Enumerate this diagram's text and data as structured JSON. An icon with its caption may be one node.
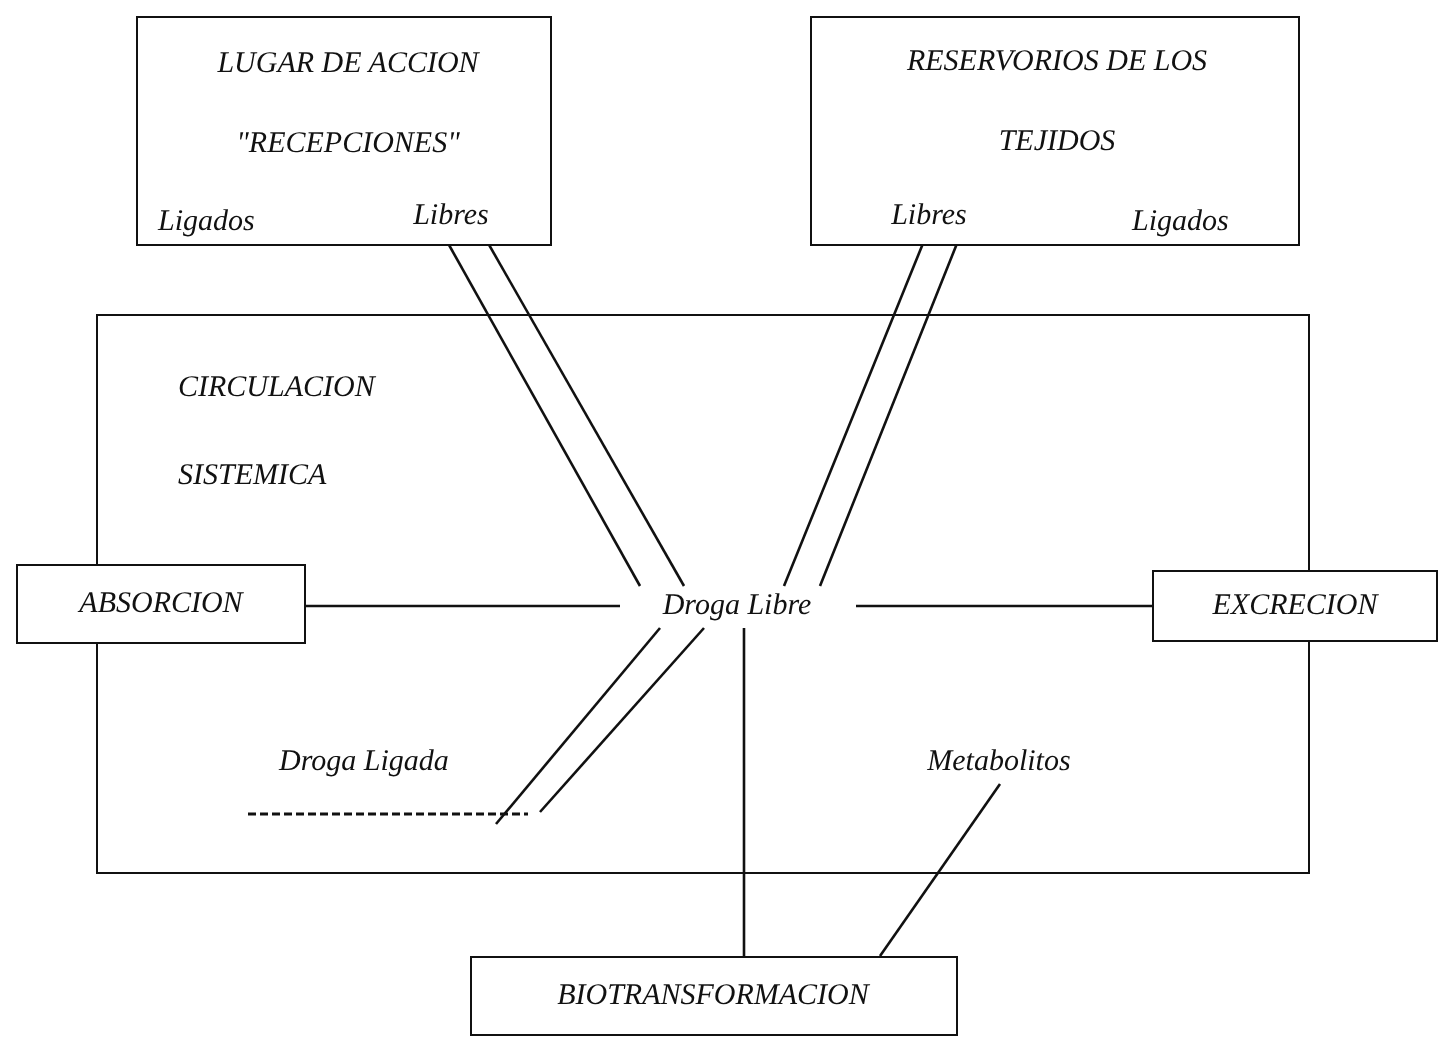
{
  "diagram": {
    "nodes": [
      {
        "text": [
          "LUGAR DE ACCION",
          "\"RECEPCIONES\"",
          "Ligados"
        ]
      },
      {
        "text": [
          "Libres"
        ],
        "in": 0
      },
      {
        "text": [
          "RESERVORIOS DE LOS TEJIDOS",
          "Ligados"
        ]
      },
      {
        "text": [
          "Libres"
        ],
        "in": 2
      },
      {
        "text": [
          "CIRCULACION SISTEMICA"
        ]
      },
      {
        "text": [
          "Droga Libre"
        ],
        "in": 4
      },
      {
        "text": [
          "Droga Ligada"
        ],
        "in": 4
      },
      {
        "text": [
          "Metabolitos"
        ],
        "in": 4
      },
      {
        "text": [
          "ABSORCION"
        ]
      },
      {
        "text": [
          "EXCRECION"
        ]
      },
      {
        "text": [
          "BIOTRANSFORMACION"
        ]
      }
    ],
    "edges": [
      {
        "from": 1,
        "to": 5,
        "arrow": "none"
      },
      {
        "from": 1,
        "to": 5,
        "arrow": "none"
      },
      {
        "from": 3,
        "to": 5,
        "arrow": "none"
      },
      {
        "from": 3,
        "to": 5,
        "arrow": "none"
      },
      {
        "from": 8,
        "to": 5,
        "arrow": "none"
      },
      {
        "from": 5,
        "to": 9,
        "arrow": "none"
      },
      {
        "from": 5,
        "to": 6,
        "arrow": "none"
      },
      {
        "from": 5,
        "to": 6,
        "arrow": "none"
      },
      {
        "from": 5,
        "to": 10,
        "arrow": "none"
      },
      {
        "from": 7,
        "to": 10,
        "arrow": "none"
      }
    ]
  }
}
